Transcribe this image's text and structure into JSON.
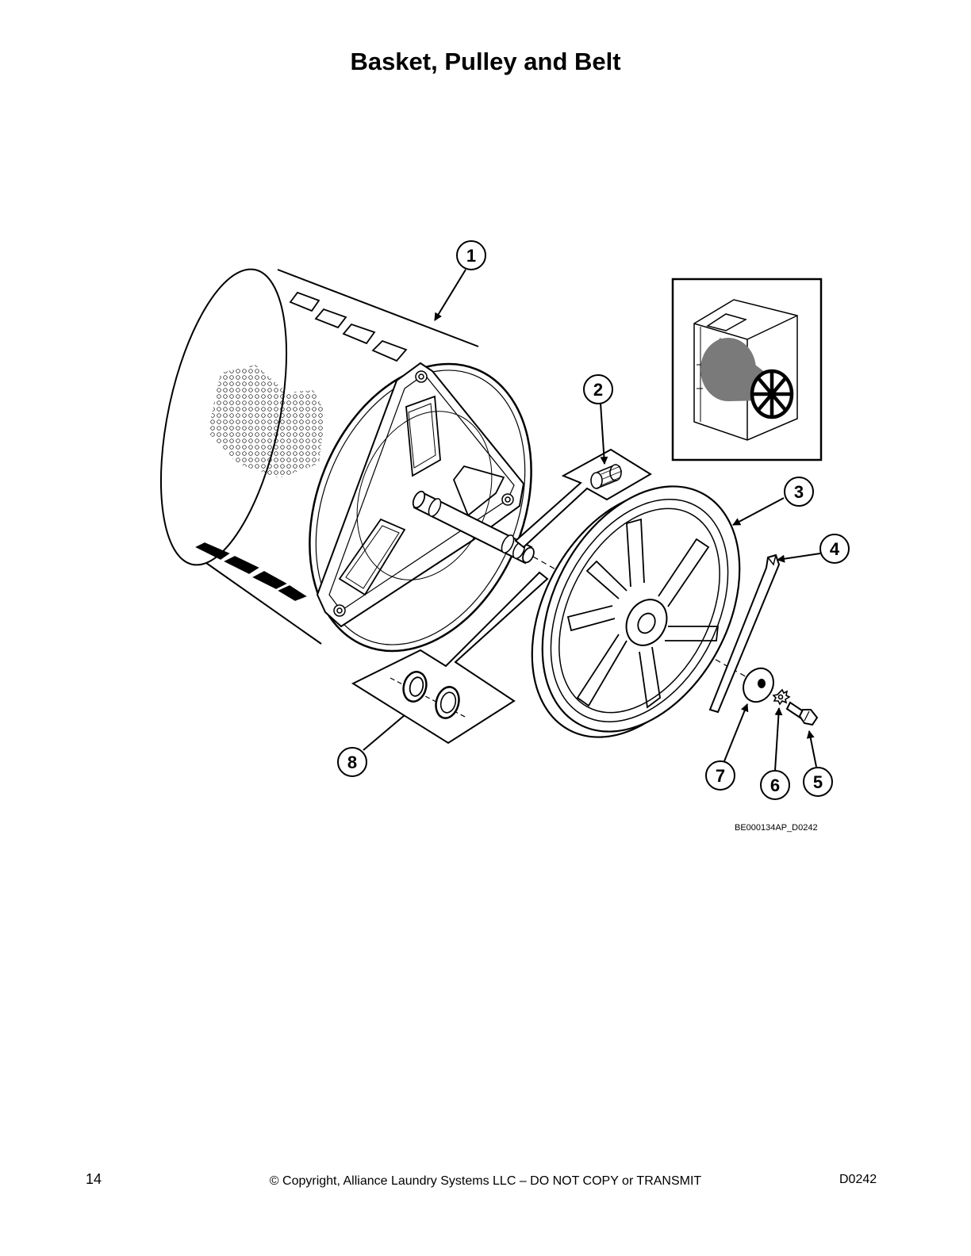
{
  "page": {
    "title": "Basket, Pulley and Belt",
    "figure_id": "BE000134AP_D0242",
    "page_number": "14",
    "copyright": "© Copyright, Alliance Laundry Systems LLC – DO NOT COPY or TRANSMIT",
    "doc_code": "D0242"
  },
  "callouts": [
    "1",
    "2",
    "3",
    "4",
    "5",
    "6",
    "7",
    "8"
  ]
}
